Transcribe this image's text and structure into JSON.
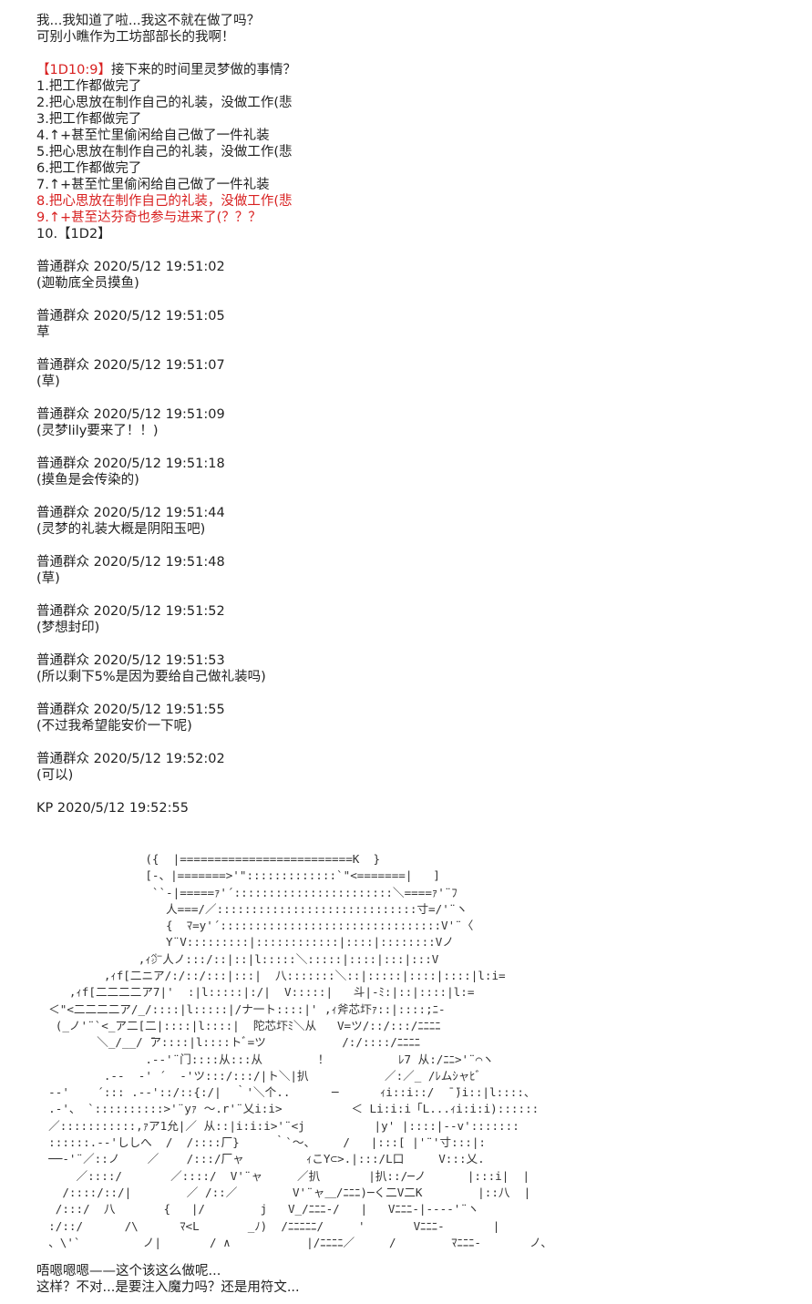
{
  "intro": {
    "line1": "我...我知道了啦...我这不就在做了吗？",
    "line2": "可别小瞧作为工坊部部长的我啊！"
  },
  "question": {
    "tag": "【1D10:9】",
    "text": "接下来的时间里灵梦做的事情？",
    "options": [
      "1.把工作都做完了",
      "2.把心思放在制作自己的礼装，没做工作(悲",
      "3.把工作都做完了",
      "4.↑+甚至忙里偷闲给自己做了一件礼装",
      "5.把心思放在制作自己的礼装，没做工作(悲",
      "6.把工作都做完了",
      "7.↑+甚至忙里偷闲给自己做了一件礼装",
      "8.把心思放在制作自己的礼装，没做工作(悲",
      "9.↑+甚至达芬奇也参与进来了(？？？",
      "10.【1D2】"
    ]
  },
  "comments": [
    {
      "header": "普通群众 2020/5/12 19:51:02",
      "body": "(迦勒底全员摸鱼)"
    },
    {
      "header": "普通群众 2020/5/12 19:51:05",
      "body": "草"
    },
    {
      "header": "普通群众 2020/5/12 19:51:07",
      "body": "(草)"
    },
    {
      "header": "普通群众 2020/5/12 19:51:09",
      "body": "(灵梦lily要来了！！)"
    },
    {
      "header": "普通群众 2020/5/12 19:51:18",
      "body": "(摸鱼是会传染的)"
    },
    {
      "header": "普通群众 2020/5/12 19:51:44",
      "body": "(灵梦的礼装大概是阴阳玉吧)"
    },
    {
      "header": "普通群众 2020/5/12 19:51:48",
      "body": "(草)"
    },
    {
      "header": "普通群众 2020/5/12 19:51:52",
      "body": "(梦想封印)"
    },
    {
      "header": "普通群众 2020/5/12 19:51:53",
      "body": "(所以剩下5%是因为要给自己做礼装吗)"
    },
    {
      "header": "普通群众 2020/5/12 19:51:55",
      "body": "(不过我希望能安价一下呢)"
    },
    {
      "header": "普通群众 2020/5/12 19:52:02",
      "body": "(可以)"
    }
  ],
  "kp_header": "KP 2020/5/12 19:52:55",
  "ascii_art": [
    "                ({  |=========================K  }",
    "                [-、|=======>'\":::::::::::::`\"<=======|   ]",
    "                 ``-|=====ｧ'´:::::::::::::::::::::::＼====ｧ'¨ﾌ",
    "                   人===/／:::::::::::::::::::::::::::::寸=/'¨ヽ",
    "                   {  ﾏ=y'´::::::::::::::::::::::::::::::::V'¨〈",
    "                   Y¨V:::::::::|::::::::::::|::::|::::::::Vノ",
    "               ,ｨ㌻人ノ:::/::|::|l:::::＼:::::|::::|:::|:::V",
    "          ,ｨf[二ニア/:/::/:::|:::|  八:::::::＼::|:::::|::::|::::|l:i=",
    "     ,ｨf[二二二二ア7|'  :|l:::::|:/|  V:::::|   斗|-ﾐ:|::|::::|l:=",
    "  ＜\"<二二二二ア/_/::::|l:::::|/ナ一ト::::|' ,ｨ斧芯圷ｧ::|::::;ﾆ-",
    "   (_ノ'¨`<_ア二[二|::::|l::::|  陀芯圷ﾐ＼从   V=ツ/::/:::/ﾆﾆﾆﾆ",
    "         ＼_/__/ ̄ア::::|l::::トﾞ=ツ           /:/::::/ﾆﾆﾆﾆ",
    "                .-‐'¨门::::从:::从        ！          ﾚ7 从:/ﾆﾆ>'¨⌒ヽ",
    "          .-‐  ‐' ´  ‐'ツ:::/:::/|ト＼|扒           ／:／_ /ﾚムｼャﾋﾞ",
    "  -‐'    ´::: .-‐'::/::{:/|  ｀'＼个..      ─      ｨi::i::/  ̄ ̄)i::|l::::、",
    "  .-'、 `::::::::::>'¨yｧ ～.r'¨乂i:i>          ＜ Li:i:i「L...ｨi:i:i)::::::",
    "  ／:::::::::::,ｧア1允|／ 从::|i:i:i>'¨<j          |y' |::::|--v':::::::",
    "  ::::::.-‐'ししへ  /  /::::厂}     ｀`～、    /   |:::[ |'¨'寸:::|:",
    "  ──‐'¨／::ノ    ／    /:::/厂ャ         ｨこY⊂>.|:::/L口     V:::乂.",
    "      ／::::/       ／::::/  V'¨ャ     ／扒       |扒::/─ノ      |:::i|  |",
    "    /::::/::/|        ／ /::／        V'¨ャ＿/ﾆﾆﾆ)─く二V二K        |::八  |",
    "   /:::/  八       {   |/        j   V_/ﾆﾆﾆ-/   |   Vﾆﾆﾆ-|---‐'¨ヽ",
    "  :/::/      /\\      ﾏ<L       _ﾉ)  /ﾆﾆﾆﾆﾆ/     '       Vﾆﾆﾆ-       |",
    "  、\\'`         ノ|       / ∧           |/ﾆﾆﾆﾆ／     /        ﾏﾆﾆﾆ-       ノ、"
  ],
  "closing": {
    "line1": "唔嗯嗯嗯——这个该这么做呢...",
    "line2": "这样？不对...是要注入魔力吗？还是用符文..."
  },
  "colors": {
    "text": "#222222",
    "highlight": "#d82020",
    "background": "#ffffff"
  }
}
